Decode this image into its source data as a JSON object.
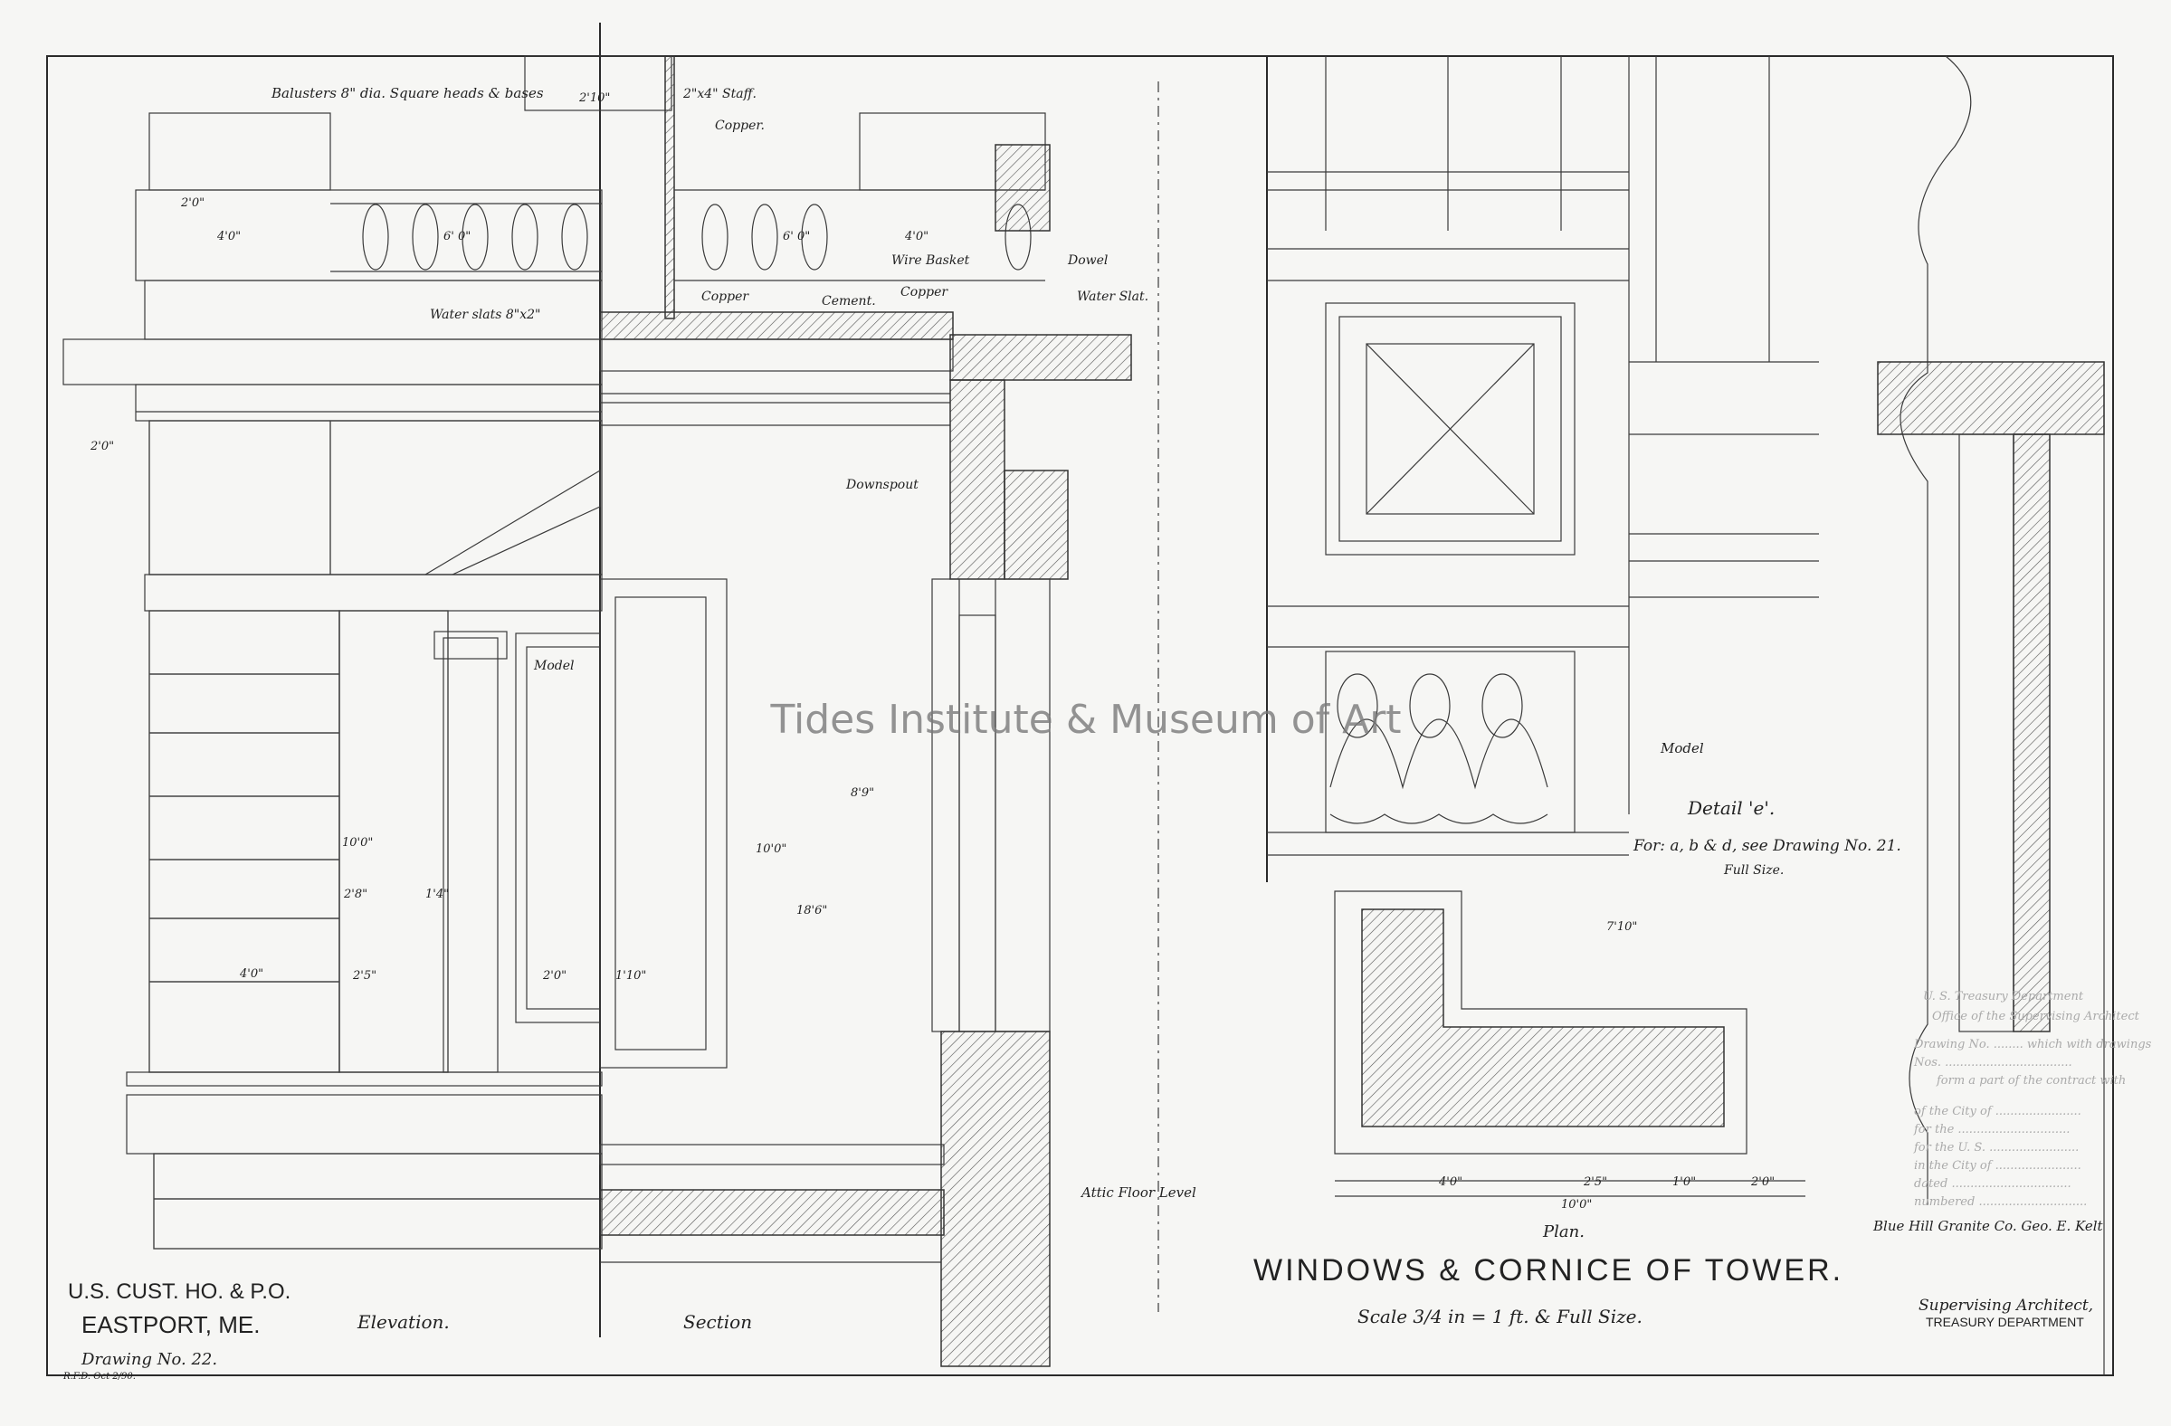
{
  "watermark": "Tides Institute & Museum of Art",
  "title_block": {
    "building": "U.S. CUST. HO. & P.O.",
    "location": "EASTPORT, ME.",
    "drawing_no": "Drawing No. 22.",
    "initials": "R.F.D. Oct 2/90.",
    "main_title": "WINDOWS & CORNICE OF TOWER.",
    "scale": "Scale 3/4 in = 1 ft. & Full Size.",
    "plan_label": "Plan."
  },
  "view_labels": {
    "elevation": "Elevation.",
    "section": "Section"
  },
  "annotations": {
    "balusters": "Balusters 8\" dia. Square heads & bases",
    "staff": "2\"x4\" Staff.",
    "copper_top": "Copper.",
    "wire_basket": "Wire Basket",
    "dowel": "Dowel",
    "water_slat": "Water Slat.",
    "copper_1": "Copper",
    "cement": "Cement.",
    "copper_2": "Copper",
    "water_slats": "Water slats 8\"x2\"",
    "downspout": "Downspout",
    "model_left": "Model",
    "attic_floor": "Attic Floor Level",
    "model_detail": "Model",
    "detail_e": "Detail 'e'.",
    "detail_note": "For: a, b & d, see Drawing No. 21.",
    "full_size": "Full Size."
  },
  "dimensions": {
    "d1": "2'10\"",
    "d2": "6' 0\"",
    "d3": "6' 0\"",
    "d4": "4'0\"",
    "d5": "2'0\"",
    "d6": "2'0\"",
    "d7": "4'0\"",
    "d8": "10'0\"",
    "d9": "2'8\"",
    "d10": "1'4\"",
    "d11": "4'0\"",
    "d12": "2'5\"",
    "d13": "2'0\"",
    "d14": "1'10\"",
    "d15": "10'0\"",
    "d16": "18'6\"",
    "d17": "8'9\"",
    "plan_a": "4'0\"",
    "plan_b": "2'5\"",
    "plan_c": "1'0\"",
    "plan_d": "2'0\"",
    "plan_total": "10'0\"",
    "plan_top": "7'10\""
  },
  "form": {
    "header1": "U. S. Treasury Department",
    "header2": "Office of the Supervising Architect",
    "line1": "Drawing No. ........ which with drawings",
    "line2": "Nos. ..................................",
    "line3": "form a part of the contract with",
    "line4": "of the City of .......................",
    "line5": "for the ..............................",
    "line6": "for the U. S. ........................",
    "line7": "in the City of .......................",
    "line8": "dated ................................",
    "line9": "numbered .............................",
    "contractor_signature": "Blue Hill Granite Co. Geo. E. Kelt",
    "architect_role": "Supervising Architect,",
    "department": "TREASURY DEPARTMENT"
  }
}
